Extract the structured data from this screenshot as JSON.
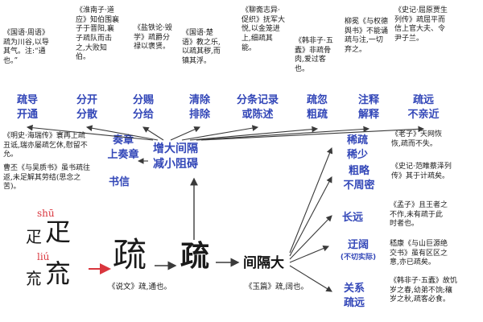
{
  "colors": {
    "sense_blue": "#3347b8",
    "accent_red": "#d9363e",
    "text": "#1a1a1a"
  },
  "etymology": {
    "pinyin_top": "shū",
    "component_top": "疋",
    "component_top_seal": "疋",
    "pinyin_bottom": "liú",
    "component_bottom": "㐬",
    "component_bottom_seal": "㐬",
    "seal_char": "疏",
    "modern_char": "疏",
    "shuowen": "《说文》疏,通也。",
    "yupian": "《玉篇》疏,阔也。",
    "jiangeda": "间隔大"
  },
  "hub": {
    "line1": "增大间隔",
    "line2": "减小阻碍"
  },
  "top_senses": [
    {
      "label1": "疏导",
      "label2": "开通",
      "source": "《国语·周语》",
      "quote": "疏为川谷,以导其气。注:“通也。”"
    },
    {
      "label1": "分开",
      "label2": "分散",
      "source": "《淮南子·道应》",
      "quote": "知伯围襄子于晋阳,襄子疏队而击之,大败知伯。"
    },
    {
      "label1": "分赐",
      "label2": "分给",
      "source": "《盐铁论·毁学》",
      "quote": "疏爵分禄以褒贤。"
    },
    {
      "label1": "清除",
      "label2": "排除",
      "source": "《国语·楚语》",
      "quote": "教之乐,以疏其秽,而镇其浮。"
    },
    {
      "label1": "分条记录",
      "label2": "或陈述",
      "source": "《聊斋志异·促织》",
      "quote": "抚军大悦,以金笼进上,细疏其能。"
    },
    {
      "label1": "疏忽",
      "label2": "粗疏",
      "source": "《韩非子·五蠹》",
      "quote": "非疏骨肉,爱过客也。"
    },
    {
      "label1": "注释",
      "label2": "解释",
      "source": "柳冕《与权德舆书》",
      "quote": "不能诵疏与注,一切弃之。"
    },
    {
      "label1": "疏远",
      "label2": "不亲近",
      "source": "《史记·屈原贾生列传》",
      "quote": "疏屈平而信上官大夫、令尹子兰。"
    }
  ],
  "left_senses": [
    {
      "label1": "奏章",
      "label2": "上奏章",
      "source": "《明史·海瑞传》",
      "quote": "寰再上疏丑诋,瑞亦屡疏乞休,慰留不允。"
    },
    {
      "label1": "书信",
      "label2": "",
      "source": "曹丕《与吴质书》",
      "quote": "虽书疏往返,未足解其劳结(思念之苦)。"
    }
  ],
  "right_senses": [
    {
      "label1": "稀疏",
      "label2": "稀少",
      "source": "《老子》",
      "quote": "天网恢恢,疏而不失。"
    },
    {
      "label1": "粗略",
      "label2": "不周密",
      "source": "《史记·范睢蔡泽列传》",
      "quote": "其于计疏矣。"
    },
    {
      "label1": "长远",
      "label2": "",
      "source": "《孟子》",
      "quote": "且王者之不作,未有疏于此时者也。"
    },
    {
      "label1": "迂阔",
      "label2": "(不切实际)",
      "source": "嵇康《与山巨源绝交书》",
      "quote": "虽有区区之意,亦已疏矣。"
    },
    {
      "label1": "关系",
      "label2": "疏远",
      "source": "《韩非子·五蠹》",
      "quote": "故饥岁之春,幼弟不饷;穰岁之秋,疏客必食。"
    }
  ]
}
